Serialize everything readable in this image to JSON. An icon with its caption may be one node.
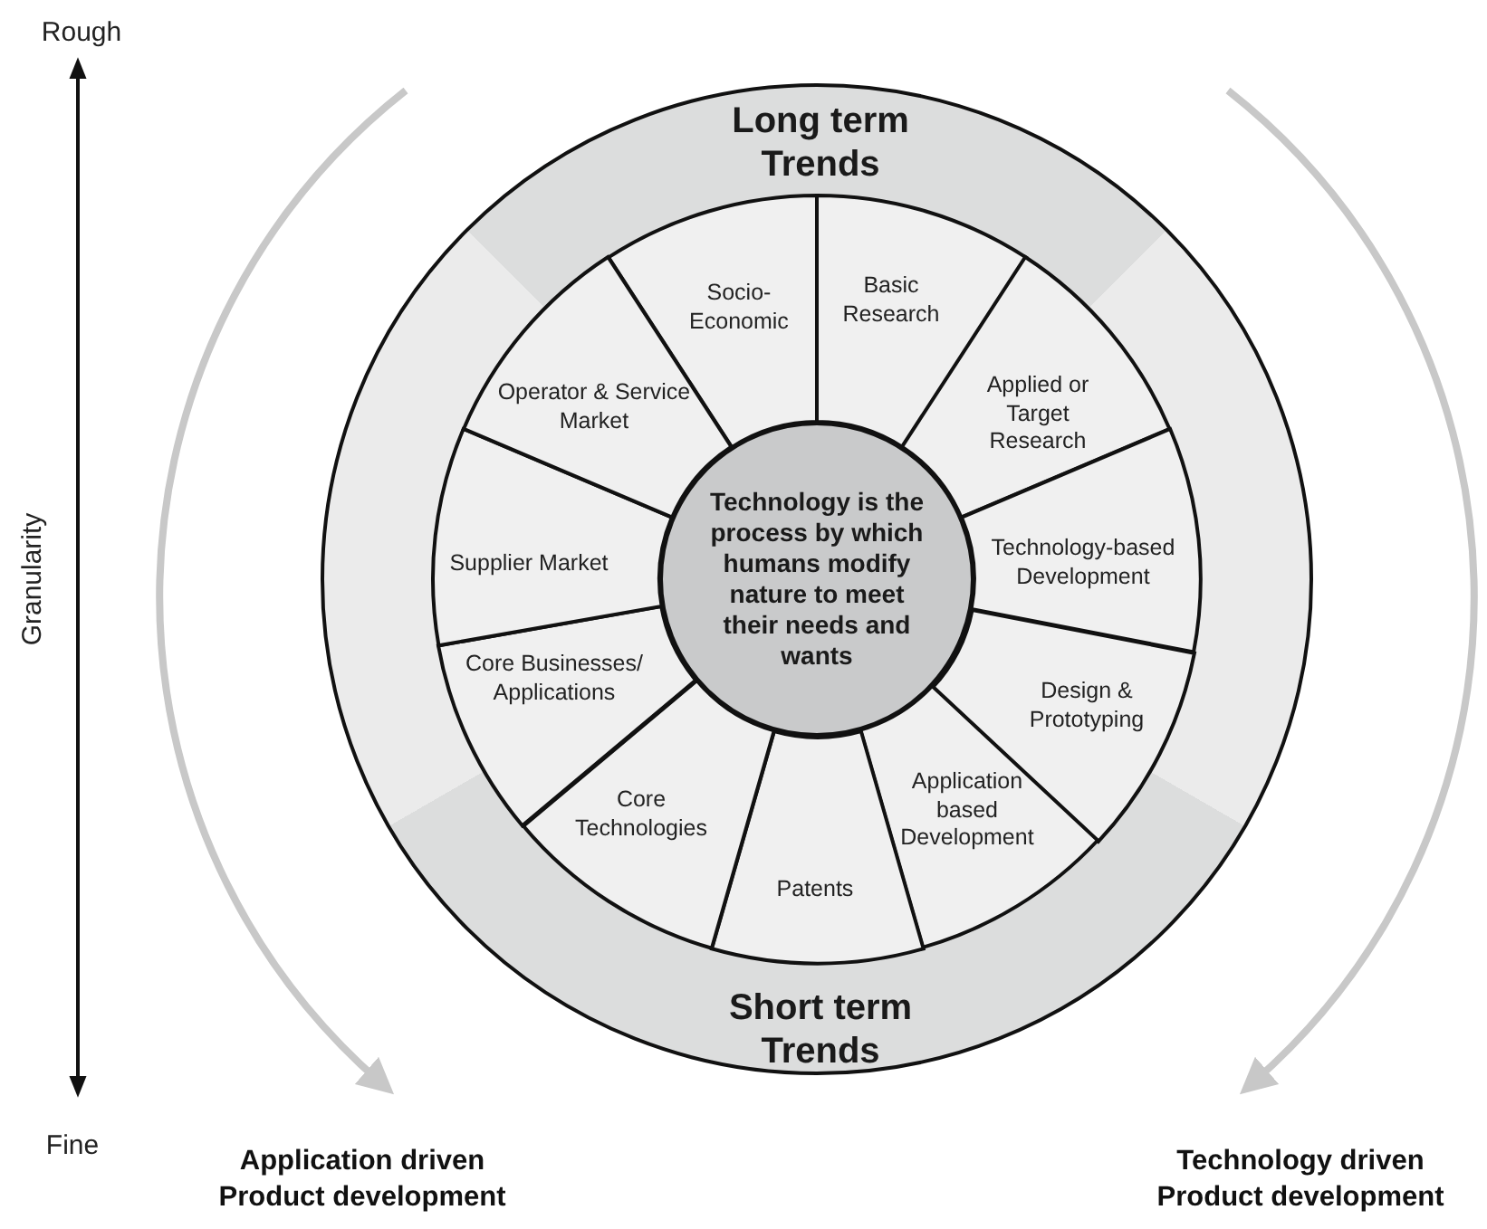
{
  "diagram": {
    "nodes": [
      {
        "text": [
          "Long term Trends",
          "Short term Trends"
        ]
      },
      {
        "text": [
          "Technology is the process by which humans modify nature to meet their needs and wants"
        ],
        "in": 0
      },
      {
        "text": [
          "Socio- Economic"
        ],
        "in": 0
      },
      {
        "text": [
          "Basic Research"
        ],
        "in": 0
      },
      {
        "text": [
          "Applied or Target Research"
        ],
        "in": 0
      },
      {
        "text": [
          "Technology-based Development"
        ],
        "in": 0
      },
      {
        "text": [
          "Design & Prototyping"
        ],
        "in": 0
      },
      {
        "text": [
          "Application based Development"
        ],
        "in": 0
      },
      {
        "text": [
          "Patents"
        ],
        "in": 0
      },
      {
        "text": [
          "Core Technologies"
        ],
        "in": 0
      },
      {
        "text": [
          "Core Businesses/ Applications"
        ],
        "in": 0
      },
      {
        "text": [
          "Supplier Market"
        ],
        "in": 0
      },
      {
        "text": [
          "Operator & Service Market"
        ],
        "in": 0
      }
    ],
    "labels": [
      "Rough",
      "Granularity",
      "Fine",
      "Application driven Product development",
      "Technology driven Product development"
    ]
  }
}
